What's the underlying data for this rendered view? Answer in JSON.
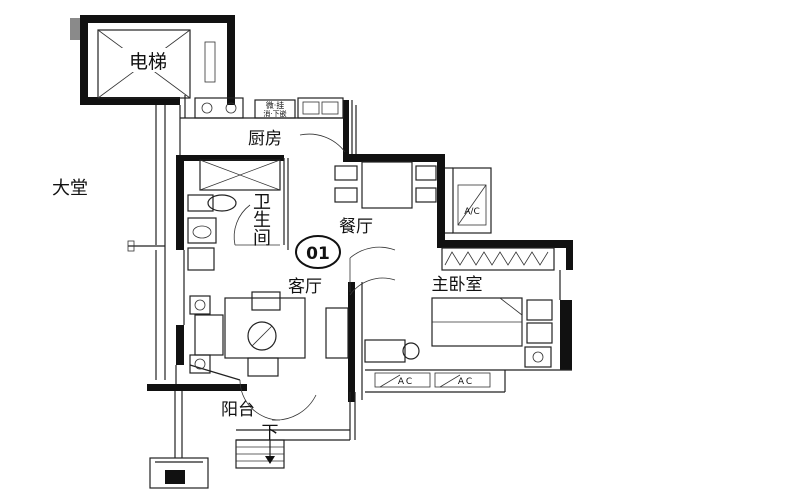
{
  "rooms": {
    "elevator": "电梯",
    "lobby": "大堂",
    "kitchen": "厨房",
    "bathroom_1": "卫",
    "bathroom_2": "生",
    "bathroom_3": "间",
    "dining": "餐厅",
    "living": "客厅",
    "master_bedroom": "主卧室",
    "balcony": "阳台",
    "down": "下"
  },
  "unit_number": "01",
  "appliance_note": {
    "line1": "微·挂",
    "line2": "消·下嵌"
  },
  "ac_labels": [
    "A/C",
    "A C",
    "A C"
  ],
  "colors": {
    "wall": "#111111",
    "gray": "#8a8a8a",
    "background": "#ffffff"
  }
}
